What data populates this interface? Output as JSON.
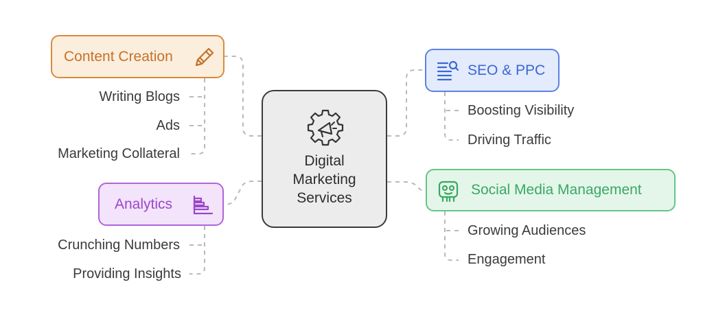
{
  "center": {
    "lines": [
      "Digital",
      "Marketing",
      "Services"
    ],
    "icon": "gear-megaphone-icon"
  },
  "branches": {
    "content": {
      "label": "Content Creation",
      "color": "#c5722a",
      "icon": "pencil-icon",
      "items": [
        "Writing Blogs",
        "Ads",
        "Marketing Collateral"
      ]
    },
    "analytics": {
      "label": "Analytics",
      "color": "#9a47c8",
      "icon": "bar-chart-icon",
      "items": [
        "Crunching Numbers",
        "Providing Insights"
      ]
    },
    "seo": {
      "label": "SEO & PPC",
      "color": "#3c67d2",
      "icon": "search-list-icon",
      "items": [
        "Boosting Visibility",
        "Driving Traffic"
      ]
    },
    "social": {
      "label": "Social Media Management",
      "color": "#3aa863",
      "icon": "social-mascot-icon",
      "items": [
        "Growing Audiences",
        "Engagement"
      ]
    }
  }
}
